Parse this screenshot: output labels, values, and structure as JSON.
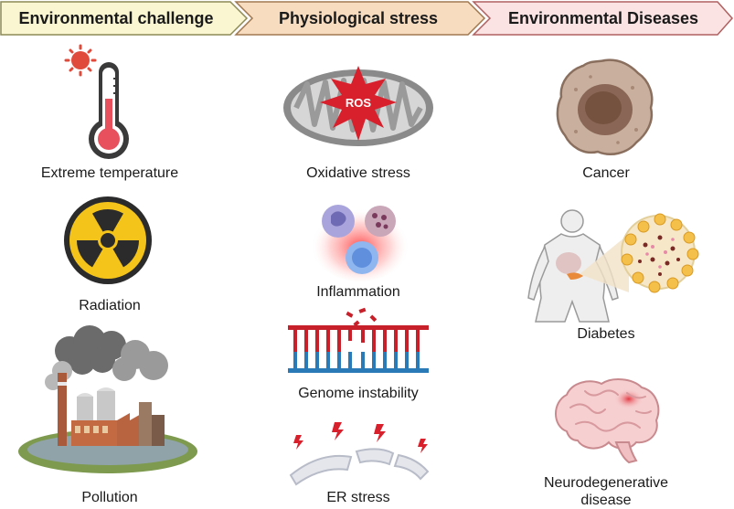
{
  "columns": [
    {
      "header": "Environmental challenge",
      "items": [
        {
          "label": "Extreme temperature",
          "icon": "thermometer-icon"
        },
        {
          "label": "Radiation",
          "icon": "radiation-icon"
        },
        {
          "label": "Pollution",
          "icon": "factory-pollution-icon"
        }
      ]
    },
    {
      "header": "Physiological stress",
      "items": [
        {
          "label": "Oxidative stress",
          "icon": "mitochondrion-ros-icon",
          "badge": "ROS"
        },
        {
          "label": "Inflammation",
          "icon": "immune-cells-icon"
        },
        {
          "label": "Genome instability",
          "icon": "broken-dna-icon"
        },
        {
          "label": "ER stress",
          "icon": "endoplasmic-reticulum-icon"
        }
      ]
    },
    {
      "header": "Environmental Diseases",
      "items": [
        {
          "label": "Cancer",
          "icon": "cancer-cell-icon"
        },
        {
          "label": "Diabetes",
          "icon": "body-pancreas-icon"
        },
        {
          "label": "Neurodegenerative disease",
          "line1": "Neurodegenerative",
          "line2": "disease",
          "icon": "brain-icon"
        }
      ]
    }
  ],
  "colors": {
    "banner1": "#faf6d2",
    "banner2": "#f7dcc0",
    "banner3": "#fbe3e3",
    "accent_red": "#d8202c",
    "radiation_yellow": "#f4c41a"
  }
}
